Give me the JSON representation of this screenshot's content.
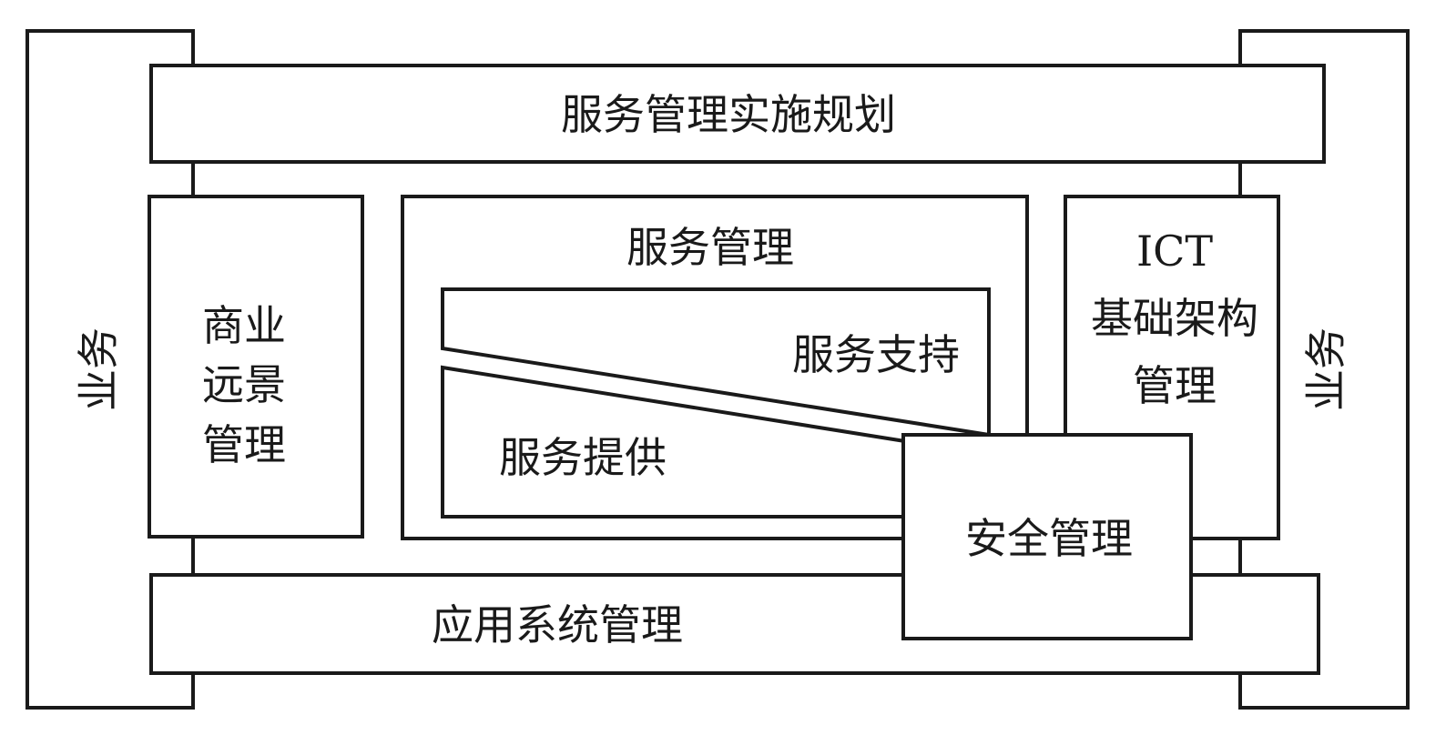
{
  "diagram": {
    "left_frame": {
      "label": "业务"
    },
    "right_frame": {
      "label": "业务"
    },
    "top_bar": {
      "label": "服务管理实施规划"
    },
    "bottom_bar": {
      "label": "应用系统管理"
    },
    "business_vision": {
      "lines": [
        "商业",
        "远景",
        "管理"
      ]
    },
    "service_management": {
      "label": "服务管理"
    },
    "service_support": {
      "label": "服务支持"
    },
    "service_delivery": {
      "label": "服务提供"
    },
    "ict_infrastructure": {
      "lines": [
        "ICT",
        "基础架构",
        "管理"
      ]
    },
    "security_management": {
      "label": "安全管理"
    }
  }
}
